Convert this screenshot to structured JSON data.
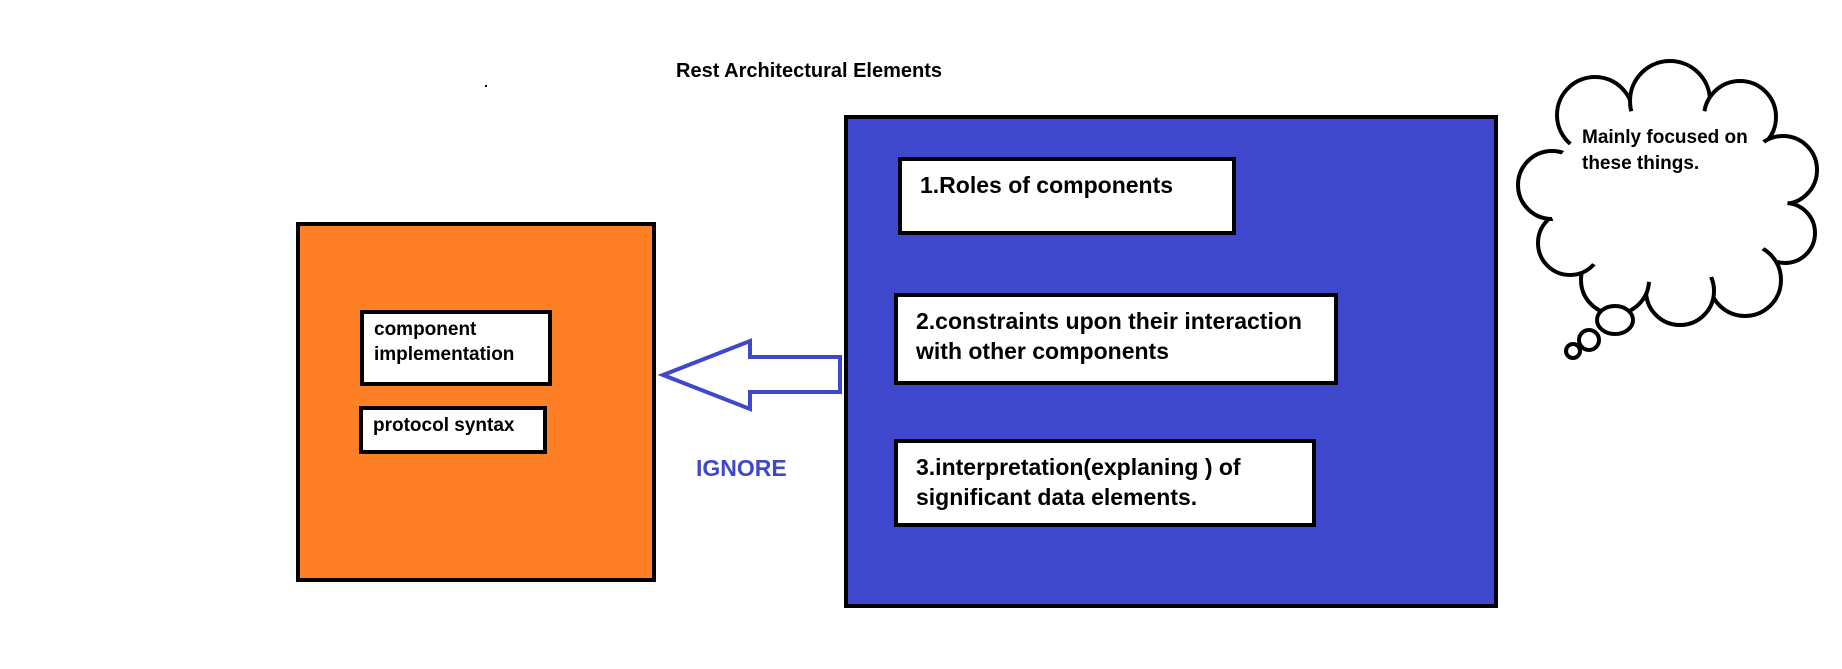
{
  "title": "Rest Architectural Elements",
  "colors": {
    "orange_box": "#FF7F27",
    "blue_box": "#3F48CC",
    "arrow_stroke": "#3F48CC",
    "ignore_text": "#3F48CC"
  },
  "ignored_elements": {
    "items": [
      {
        "label": "component implementation"
      },
      {
        "label": "protocol syntax"
      }
    ]
  },
  "focused_elements": {
    "items": [
      {
        "label": "1.Roles of components"
      },
      {
        "label": "2.constraints upon their interaction with other components"
      },
      {
        "label": "3.interpretation(explaning ) of significant data elements."
      }
    ]
  },
  "arrow_label": "IGNORE",
  "thought_bubble": {
    "text": "Mainly focused on these things."
  }
}
